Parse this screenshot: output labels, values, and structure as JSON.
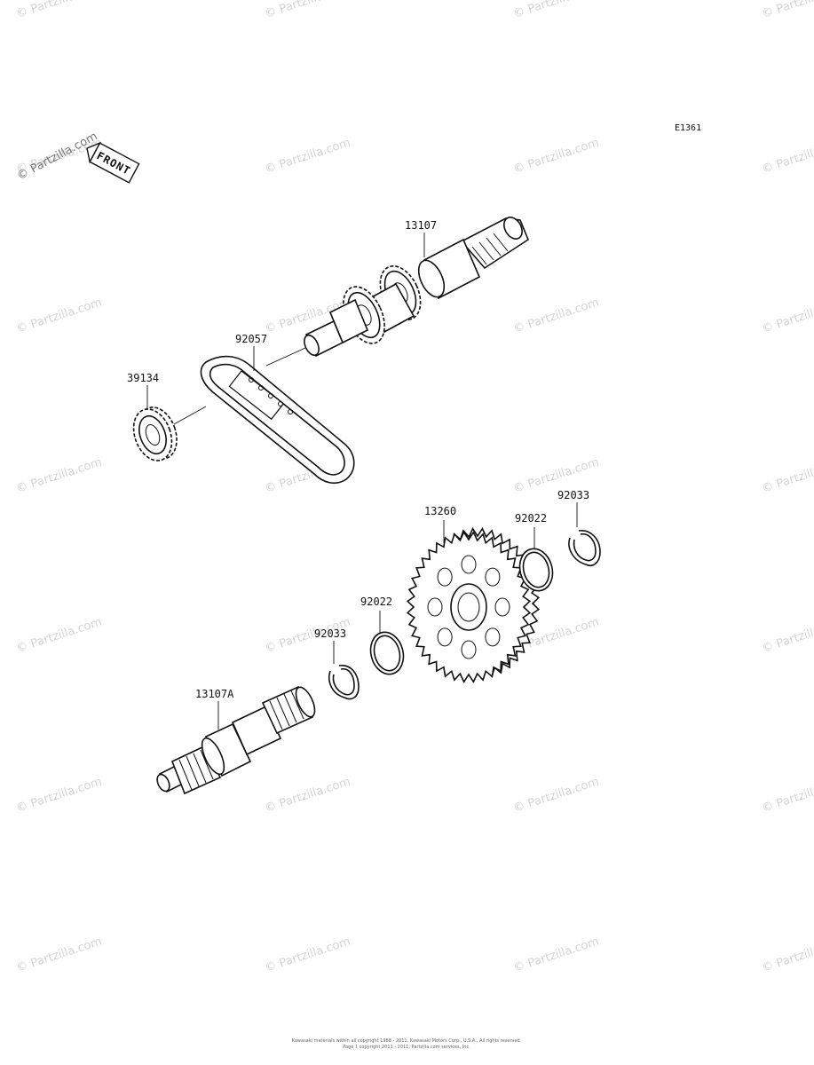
{
  "watermark": {
    "text": "© Partzilla.com",
    "columns": [
      20,
      300,
      580,
      860
    ],
    "rows": [
      20,
      195,
      375,
      555,
      735,
      915,
      1095
    ]
  },
  "diagram_code": "E1361",
  "front_badge": {
    "letters": [
      "F",
      "R",
      "O",
      "N",
      "T"
    ],
    "watermark": "© Partzilla.com"
  },
  "parts": [
    {
      "id": "13107",
      "label": "13107"
    },
    {
      "id": "92057",
      "label": "92057"
    },
    {
      "id": "39134",
      "label": "39134"
    },
    {
      "id": "13260",
      "label": "13260"
    },
    {
      "id": "92022a",
      "label": "92022"
    },
    {
      "id": "92033a",
      "label": "92033"
    },
    {
      "id": "92022b",
      "label": "92022"
    },
    {
      "id": "92033b",
      "label": "92033"
    },
    {
      "id": "13107A",
      "label": "13107A"
    }
  ],
  "footer": {
    "line1": "Kawasaki materials within all copyright 1988 - 2011, Kawasaki Motors Corp., U.S.A., All rights reserved.",
    "line2": "Page 1 copyright 2011 - 2011, Partzilla.com services, Inc."
  }
}
